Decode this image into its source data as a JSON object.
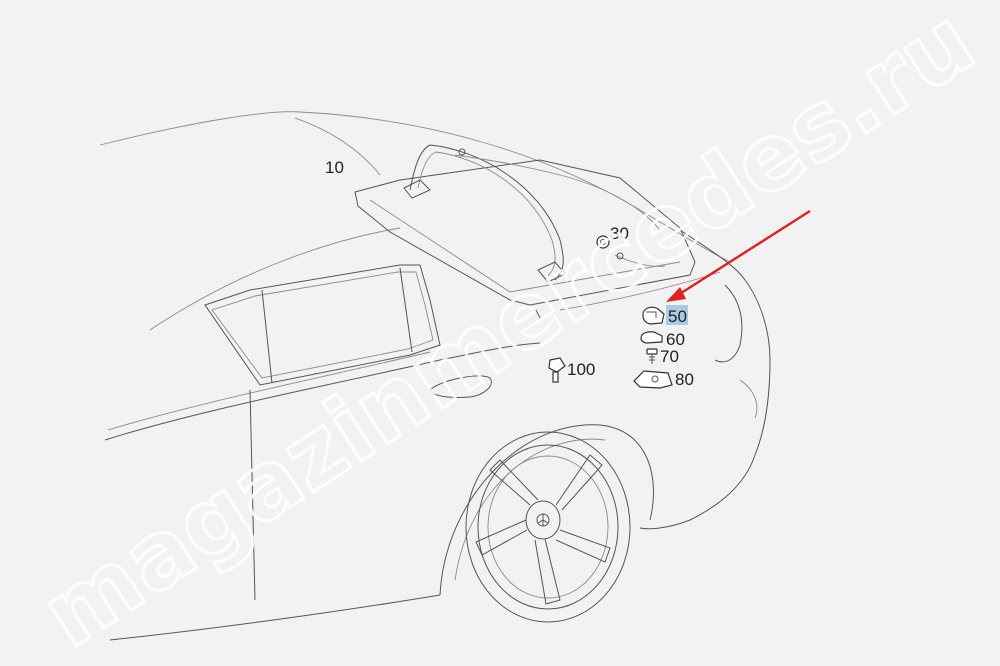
{
  "watermark": "magazinmercedes.ru",
  "callouts": {
    "c10": "10",
    "c30": "30",
    "c50": "50",
    "c60": "60",
    "c70": "70",
    "c80": "80",
    "c100": "100"
  },
  "colors": {
    "background": "#f2f2f2",
    "line": "#555555",
    "arrow": "#e02020",
    "highlight": "#a9cbe6"
  }
}
